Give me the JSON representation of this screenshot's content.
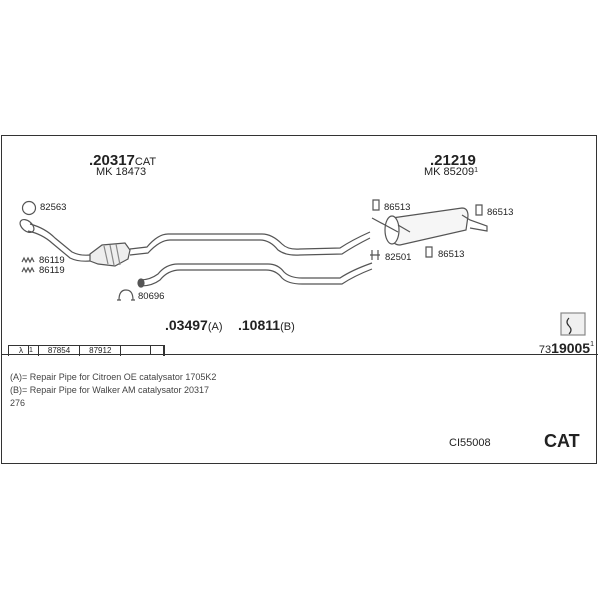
{
  "parts": {
    "front_pipe": {
      "number": ".20317",
      "suffix": "CAT",
      "mk": "MK 18473"
    },
    "rear_silencer": {
      "number": ".21219",
      "mk": "MK 85209",
      "mk_sup": "1"
    },
    "repair_a": {
      "number": ".03497",
      "suffix": "(A)"
    },
    "repair_b": {
      "number": ".10811",
      "suffix": "(B)"
    }
  },
  "accessories": {
    "gasket": "82563",
    "spring_1": "86119",
    "spring_2": "86119",
    "clamp_front": "80696",
    "clamp_rear": "82501",
    "hanger_1": "86513",
    "hanger_2": "86513",
    "hanger_3": "86513"
  },
  "lambda_table": {
    "symbol": "λ",
    "sup": "1",
    "cells": [
      "87854",
      "87912",
      ""
    ]
  },
  "kit_number": {
    "prefix": "73",
    "main": "19005",
    "sup": "1"
  },
  "notes": [
    "(A)= Repair Pipe for Citroen OE catalysator 1705K2",
    "(B)= Repair Pipe for Walker AM catalysator 20317",
    "276"
  ],
  "code": "CI55008",
  "cat_label": "CAT"
}
